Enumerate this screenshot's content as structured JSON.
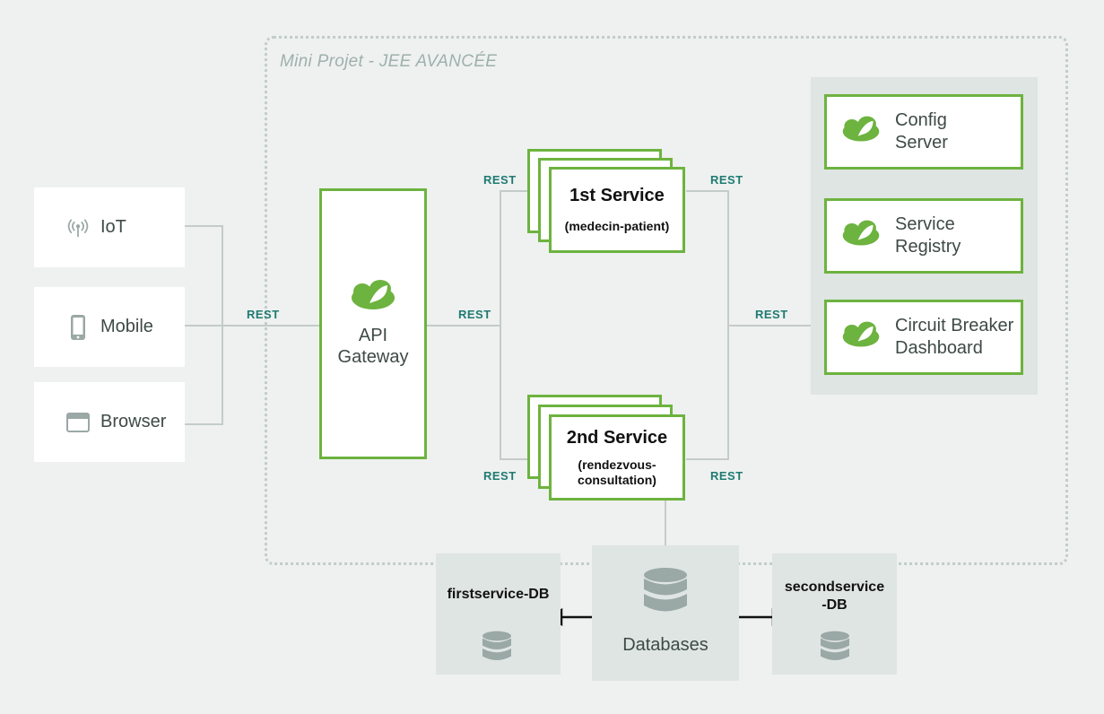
{
  "frame": {
    "title": "Mini Projet - JEE AVANCÉE"
  },
  "clients": [
    {
      "label": "IoT",
      "icon": "antenna-icon"
    },
    {
      "label": "Mobile",
      "icon": "mobile-phone-icon"
    },
    {
      "label": "Browser",
      "icon": "browser-window-icon"
    }
  ],
  "gateway": {
    "line1": "API",
    "line2": "Gateway",
    "icon": "spring-leaf-icon"
  },
  "services": [
    {
      "title": "1st Service",
      "subtitle": "(medecin-patient)"
    },
    {
      "title": "2nd Service",
      "subtitle_line1": "(rendezvous-",
      "subtitle_line2": "consultation)"
    }
  ],
  "infra": [
    {
      "line1": "Config",
      "line2": "Server",
      "icon": "spring-leaf-icon"
    },
    {
      "line1": "Service",
      "line2": "Registry",
      "icon": "spring-leaf-icon"
    },
    {
      "line1": "Circuit Breaker",
      "line2": "Dashboard",
      "icon": "spring-leaf-icon"
    }
  ],
  "rest_label": "REST",
  "databases": {
    "main": "Databases",
    "first": "firstservice-DB",
    "second_line1": "secondservice",
    "second_line2": "-DB",
    "icon": "database-icon"
  },
  "colors": {
    "spring_green": "#6db33f",
    "rest_teal": "#1f7a72",
    "connector": "#c4cccb",
    "panel": "#dfe5e3",
    "background": "#eef1f0"
  }
}
